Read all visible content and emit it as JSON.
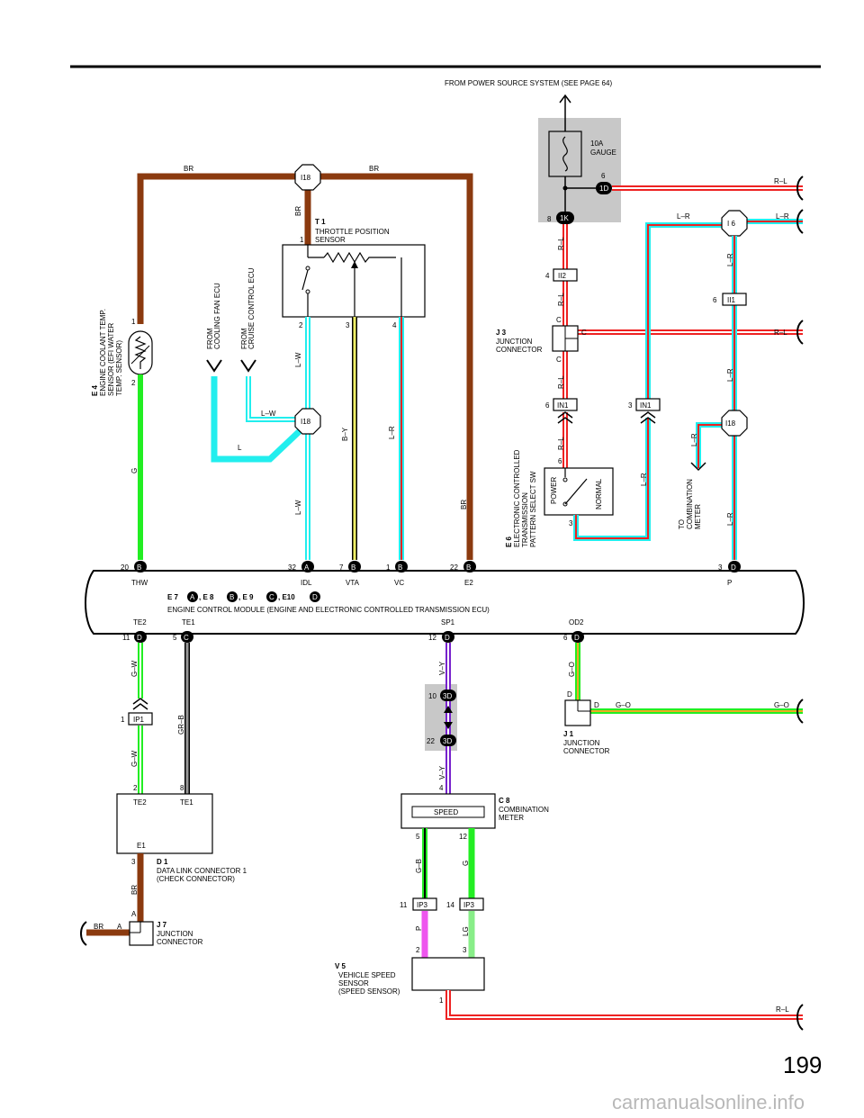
{
  "header": {
    "power_source": "FROM POWER SOURCE SYSTEM (SEE PAGE 64)"
  },
  "page_number": "199",
  "watermark": "carmanualsonline.info",
  "fuse": {
    "label": "10A",
    "name": "GAUGE",
    "pin_1D": "6",
    "conn_1D": "1D",
    "pin_1K": "8",
    "conn_1K": "1K"
  },
  "components": {
    "T1": {
      "id": "T 1",
      "name1": "THROTTLE POSITION",
      "name2": "SENSOR",
      "pin1": "1",
      "pin2": "2",
      "pin3": "3",
      "pin4": "4"
    },
    "E4": {
      "id": "E 4",
      "name1": "ENGINE COOLANT TEMP.",
      "name2": "SENSOR (EFI WATER",
      "name3": "TEMP. SENSOR)",
      "pin1": "1",
      "pin2": "2"
    },
    "E6": {
      "id": "E 6",
      "name1": "ELECTRONIC CONTROLLED",
      "name2": "TRANSMISSION",
      "name3": "PATTERN SELECT SW",
      "power": "POWER",
      "normal": "NORMAL",
      "pin6": "6",
      "pin3": "3"
    },
    "J3": {
      "id": "J 3",
      "name1": "JUNCTION",
      "name2": "CONNECTOR",
      "pin": "C"
    },
    "J1": {
      "id": "J 1",
      "name1": "JUNCTION",
      "name2": "CONNECTOR",
      "pin": "D"
    },
    "J7": {
      "id": "J 7",
      "name1": "JUNCTION",
      "name2": "CONNECTOR",
      "pin": "A"
    },
    "D1": {
      "id": "D 1",
      "name1": "DATA LINK CONNECTOR 1",
      "name2": "(CHECK CONNECTOR)",
      "te2": "TE2",
      "te1": "TE1",
      "e1": "E1",
      "pin2": "2",
      "pin8": "8",
      "pin3": "3"
    },
    "C8": {
      "id": "C 8",
      "name1": "COMBINATION",
      "name2": "METER",
      "speed": "SPEED",
      "pin4": "4",
      "pin5": "5",
      "pin12": "12"
    },
    "V5": {
      "id": "V 5",
      "name1": "VEHICLE SPEED",
      "name2": "SENSOR",
      "name3": "(SPEED SENSOR)",
      "pin2": "2",
      "pin3": "3",
      "pin1": "1"
    }
  },
  "ecm": {
    "title_prefix": "E 7",
    "sep1": ", E 8",
    "sep2": ", E 9",
    "sep3": ", E10",
    "conn_a": "A",
    "conn_b": "B",
    "conn_c": "C",
    "conn_d": "D",
    "name": "ENGINE CONTROL MODULE (ENGINE AND ELECTRONIC CONTROLLED TRANSMISSION ECU)",
    "top_pins": [
      {
        "pin": "20",
        "conn": "B",
        "label": "THW"
      },
      {
        "pin": "32",
        "conn": "A",
        "label": "IDL"
      },
      {
        "pin": "7",
        "conn": "B",
        "label": "VTA"
      },
      {
        "pin": "1",
        "conn": "B",
        "label": "VC"
      },
      {
        "pin": "22",
        "conn": "B",
        "label": "E2"
      },
      {
        "pin": "3",
        "conn": "D",
        "label": "P"
      }
    ],
    "bottom_pins": [
      {
        "pin": "11",
        "conn": "D",
        "label": "TE2"
      },
      {
        "pin": "5",
        "conn": "C",
        "label": "TE1"
      },
      {
        "pin": "12",
        "conn": "D",
        "label": "SP1"
      },
      {
        "pin": "6",
        "conn": "D",
        "label": "OD2"
      }
    ]
  },
  "connectors": {
    "I18_top": "I18",
    "I18_mid": "I18",
    "I18_right": "I18",
    "I6": "I 6",
    "II2": "II2",
    "II2_pin": "4",
    "II1": "II1",
    "II1_pin": "6",
    "IN1_left": "IN1",
    "IN1_left_pin": "6",
    "IN1_right": "IN1",
    "IN1_right_pin": "3",
    "IP1": "IP1",
    "IP1_pin": "1",
    "IP3_left": "IP3",
    "IP3_left_pin": "11",
    "IP3_right": "IP3",
    "IP3_right_pin": "14",
    "3D_top": "3D",
    "3D_top_pin": "10",
    "3D_bot": "3D",
    "3D_bot_pin": "22"
  },
  "from_labels": {
    "fan1": "FROM",
    "fan2": "COOLING FAN ECU",
    "cruise1": "FROM",
    "cruise2": "CRUISE CONTROL ECU",
    "meter1": "TO",
    "meter2": "COMBINATION",
    "meter3": "METER"
  },
  "wires": {
    "br": "BR",
    "g": "G",
    "lw": "L–W",
    "l": "L",
    "by": "B–Y",
    "lr": "L–R",
    "rl": "R–L",
    "gw": "G–W",
    "grb": "GR–B",
    "vy": "V–Y",
    "go": "G–O",
    "gb": "G–B",
    "p": "P",
    "lg": "LG"
  },
  "colors": {
    "brown": "#8B3A0F",
    "green": "#22EE22",
    "light_blue": "#22EEEE",
    "yellow": "#EEEE66",
    "red": "#EE2222",
    "white": "#FFFFFF",
    "gray": "#999999",
    "violet": "#7722CC",
    "pink": "#EE55EE",
    "light_green": "#88EE88",
    "shade": "#C8C8C8"
  }
}
